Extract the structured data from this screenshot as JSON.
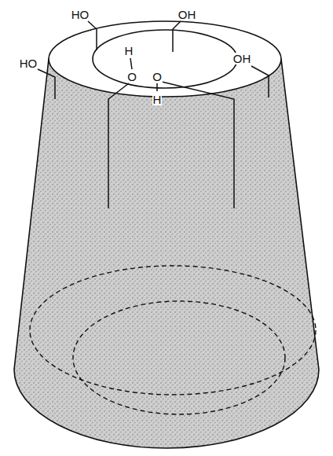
{
  "diagram": {
    "labels": [
      "HO",
      "OH",
      "HO",
      "OH",
      "H",
      "O",
      "O",
      "H"
    ]
  }
}
